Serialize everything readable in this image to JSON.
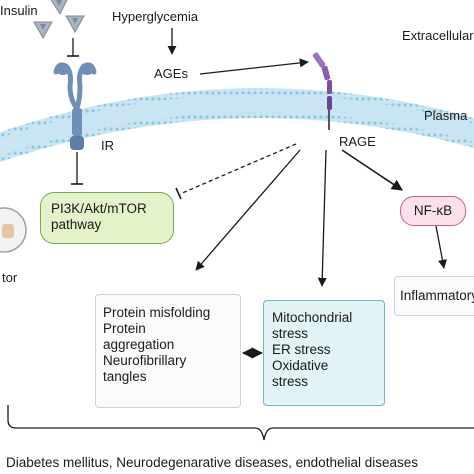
{
  "labels": {
    "insulin": "Insulin",
    "hyperglycemia": "Hyperglycemia",
    "extracellular": "Extracellular",
    "ages": "AGEs",
    "plasma": "Plasma",
    "ir": "IR",
    "rage": "RAGE",
    "pathway_line1": "PI3K/Akt/mTOR",
    "pathway_line2": "pathway",
    "nfkb": "NF-κB",
    "inflammatory": "Inflammatory",
    "left_cut": "tor",
    "bottom_text": "Diabetes mellitus, Neurodegenarative diseases, endothelial diseases"
  },
  "boxes": {
    "protein": [
      "Protein misfolding",
      "Protein",
      "aggregation",
      "Neurofibrillary",
      "tangles"
    ],
    "stress": [
      "Mitochondrial",
      "stress",
      "ER stress",
      "Oxidative",
      "stress"
    ]
  },
  "colors": {
    "membrane": "#bfe1f2",
    "membrane_dots": "#8ec7e4",
    "receptor": "#6f8fb5",
    "rage": "#8b5fb0",
    "pathway_fill": "#e4f2c9",
    "pathway_border": "#7aa84a",
    "nfkb_fill": "#fbe1ec",
    "nfkb_border": "#d25c8e",
    "protein_fill": "#fbfbfb",
    "protein_border": "#c7d3e8",
    "stress_fill": "#e3f4f6",
    "stress_border": "#6bb9c4"
  }
}
